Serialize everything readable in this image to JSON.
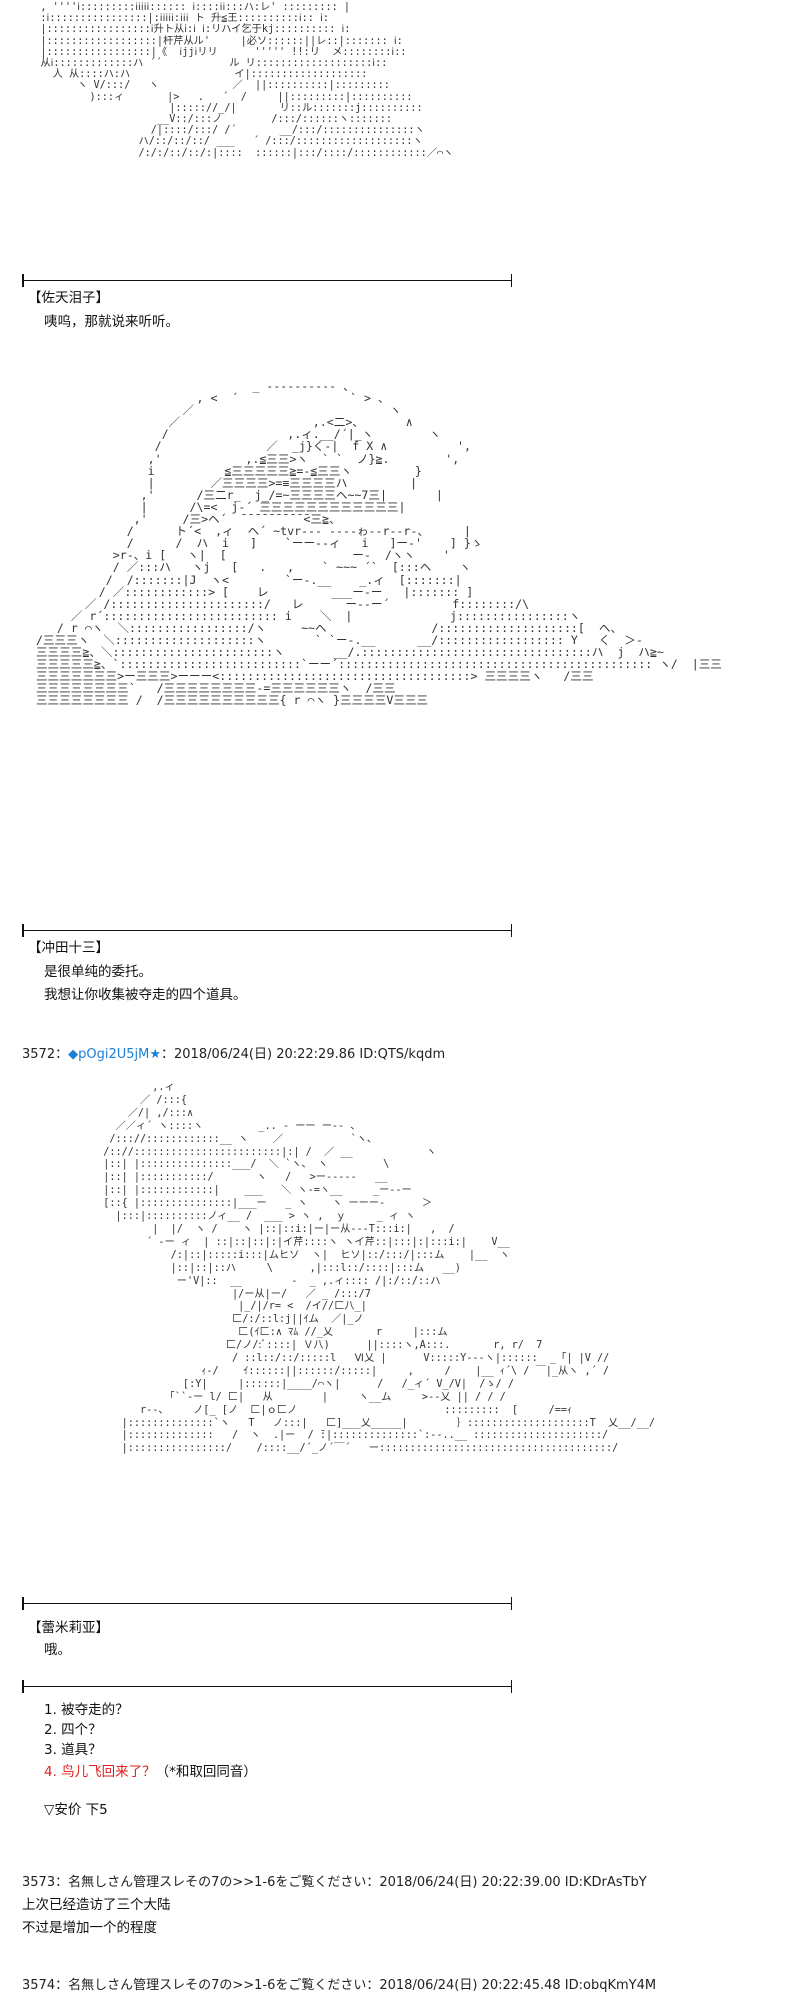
{
  "art": {
    "top_art": [
      "   , ''''ⅰ:::::::::ⅰⅰⅰⅰⅰ:::::: ⅰ::::ⅰⅰ:::ハ:レ' ::::::::: |",
      "   :ⅰ::::::::::::::::|:ⅰⅰⅰⅰⅰ:ⅰⅰⅰ ト 升≦王::::::::::ⅰ:: ⅰ:",
      "   |:::::::::::::::::ⅰ升ト从ⅰ:ⅰ ⅰ:リハイ乞于kj:::::::::: ⅰ:",
      "   |::::::::::::::::::|杆芹从ル'     |必ソ::::::||レ::|::::::: ⅰ:",
      "   |:::::::::::::::::|《  ⅰjjⅰリリ      ''''' !!:リ  メ::::::::ⅰ::",
      "   从ⅰ:::::::::::::ハ ´´           ル リ:::::::::::::::::::ⅰ::",
      "     人 从::::ハ:ハ                 イ|:::::::::::::::::::",
      "         ヽ V/:::/   ヽ            ／  ||::::::::::|:::::::::",
      "           ):::ィ       |>   .   ´  /     ||:::::::::|::::::::::",
      "                        |::::://_/|       リ::ル:::::::j::::::::::",
      "                      __V::/:::ノ        /:::/::::::ヽ:::::::",
      "                     /|::::/:::/ /´       __/:::/:::::::::::::::ヽ",
      "                   ハ/::/::/::/ ___   ´ /:::/:::::::::::::::::::ヽ",
      "                   /:/:/::/::/:|::::  ::::::|:::/::::/::::::::::::／⌒ヽ"
    ],
    "santa_art": [
      "                                 _ ---------- 、",
      "                         , <  ´                ` > 、",
      "                       ／                            ヽ",
      "                     ／                   ,.<二>、      ∧",
      "                    /                 ,.ィ.__/´|_ヽ        ヽ",
      "                   /               ／  _j}く-|  f X ∧          ',",
      "                  ,'            ,.≦三三>ヽ  ` `  ノ}≧.        ',",
      "                  i          ≦三三三三三≧=-≦三三ヽ         }",
      "                  |        ／三三三三>=≡三三三三ハ         |",
      "                 ,'      /三二r_  j_/=~三三三三ヘ~~7三|       |",
      "                 |      /\\=<  j-´ 三三三三三三三三三三三三|",
      "                ,'     /三>ヘ´  ̄ ̄ ̄ ̄ ̄ ̄ ̄ ̄ ̄ ̄<三≧、",
      "               /      ト´<  ,ィ  ヘ´ ~tvr--- ----ゎ--r--r-、     |",
      "               /      /  ハ  i   ]    `ーー--ィ   i   ]ー-'    ] }ゝ",
      "             >r-、i [   ヽ|  [                  ー-  /ヽヽ    '",
      "             / ／:::ハ   ヽj   [   .   ,    ` ~~~ ´`  [:::ヘ    ヽ",
      "            /  /:::::::|J  ヽ<        `ー-.__    _.ィ  [:::::::|",
      "           / ／::::::::::::> [    レ         ___ー-ー   |::::::: ]",
      "         ／ /::::::::::::::::::::::/   レ      ー--ー´         f::::::::/\\",
      "       ／ r´::::::::::::::::::::::::: i    ＼  |              j::::::::::::::::ヽ",
      "     / r ⌒ヽ  ＼:::::::::::::::::/ヽ     ~~ヘ               /::::::::::::::::::::[  ヘ、",
      "  /三三三ヽ  ＼::::::::::::::::::::ヽ       ` `ー-.__      __/:::::::::::::::::: Y   く  ＞-",
      "  三三三三≧、＼:::::::::::::::::::::::ヽ       __/.:::::::::::::::::::::::::::::::::ハ  j  ハ≧~",
      "  三三三三三≧、`::::::::::::::::::::::::::`ーー´::::::::::::::::::::::::::::::::::::::::::::: ヽ/  |三三",
      "  三三三三三三三>ー三三三>ーーー<::::::::::::::::::::::::::::::::::::> 三三三三ヽ   /三三",
      "  三三三三三三三三`   /三三三三三三三三-=三三三三三三ヽ  /三三",
      "  三三三三三三三三 /  /三三三三三三三三三三{ r ⌒ヽ }三三三三V三三三"
    ],
    "girl_art": [
      "                 ,.ィ",
      "               ／ /:::{",
      "             ／/| ,/:::∧",
      "           ／／ィ´ ヽ::::ヽ         _.. - ーー ー-- 、",
      "          /::://::::::::::::__ ヽ    ／           `ヽ、",
      "         /:://::::::::::::::::::::::::|:| /  ／ __            ヽ",
      "         |::| |:::::::::::::::___/  ＼ `ヽ、 ヽ         \\",
      "         |::| |:::::::::::/       ヽ   /   >ー-----   __",
      "         |::| |::::::::::::|    ___   ＼ ヽ-=ヽ__     _ー--ー",
      "         [::{ |:::::::::::::::|___ー   _ ヽ    ヽ ーーー-      ＞",
      "           |:::|::::::::::ノィ__ /  ___ > ヽ ,  ｙ     _ ィ ヽ",
      "                 |  |/  ヽ /    ヽ |::|::i:|ー|ー从---T:::i:|   ,  /",
      "                ´ -ー ィ  | ::|::|::|:|イ芹::::ヽ ヽイ芹::|:::|:|:::i:|    V__",
      "                    /:|::|:::::i:::|ムヒソ  ヽ|  ヒソ|::/:::/|:::ム    |__  ヽ",
      "                    |::|::|::ハ     \\      ,|:::l::/::::|:::ム   __)",
      "                     ー'V|::  __        ‐  _ ,.ィ:::: /|:/::/::ハ",
      "                              |/ー从|ー/   ／ _ /:::/7",
      "                               |_/|/r= <  /イ//匚八_|",
      "                              匚/:/::l:j||ｲム  ／|_ノ",
      "                               匚(ｲ匚:∧ ﾏﾑ //_乂       r     |:::ム",
      "                             匚/ノ/:ﾞ::::| Ｖ八)      ||::::ヽ,A:::.       r, r/  7",
      "                              / ::l::/::/:::::l   Ⅵ乂 |      V:::::Y---ヽ|::::::  _「| |V //",
      "                         ｨ-/    ｲ::::::||::::::/:::::|     ,     /    |__ ｨ´\\ / ￣|_从ヽ ,´ /",
      "                      [:Y|     |::::::|____/⌒ヽ|      /   /_ィ´ V_/V|  /ゝ/ /",
      "                   「``-ー l/ 匚|   从        |     ヽ__ム     >--乂 || / / /",
      "               r--、    ノ[_ [ノ  匚|ｏ匚ノ                        :::::::::  [     /==ｨ",
      "            |::::::::::::::`ヽ   T   ノ:::|   匚]___乂_____|        ｝::::::::::::::::::::T  乂__/__/",
      "            |::::::::::::::   /  ヽ  .|ー  / ̄:|::::::::::::::`:--..__ :::::::::::::::::::::/",
      "            |::::::::::::::::/    /::::__/´_ノ´￣´   ー::::::::::::::::::::::::::::::::::::::/"
    ]
  },
  "speakers": {
    "sakuten": "【佐天泪子】",
    "okita": "【冲田十三】",
    "remilia": "【蕾米莉亚】"
  },
  "dialogue": {
    "sakuten_line": "咦呜，那就说来听听。",
    "okita_line1": "是很单纯的委托。",
    "okita_line2": "我想让你收集被夺走的四个道具。",
    "remilia_line": "哦。"
  },
  "post_3572": {
    "number": "3572",
    "sep": "：",
    "trip": "◆pOgi2U5jM",
    "star": "★",
    "date": "：2018/06/24(日) 20:22:29.86 ID:QTS/kqdm"
  },
  "options": {
    "o1": "1. 被夺走的？",
    "o2": "2. 四个？",
    "o3": "3. 道具？",
    "o4_red": "4. 鸟儿飞回来了？",
    "o4_note": "（*和取回同音）",
    "anka": "▽安价  下5"
  },
  "post_3573": {
    "header": "3573：名無しさん管理スレその7の>>1-6をご覧ください：2018/06/24(日) 20:22:39.00 ID:KDrAsTbY",
    "line1": "上次已经造访了三个大陆",
    "line2": "不过是增加一个的程度"
  },
  "post_3574": {
    "header": "3574：名無しさん管理スレその7の>>1-6をご覧ください：2018/06/24(日) 20:22:45.48 ID:obqKmY4M"
  }
}
